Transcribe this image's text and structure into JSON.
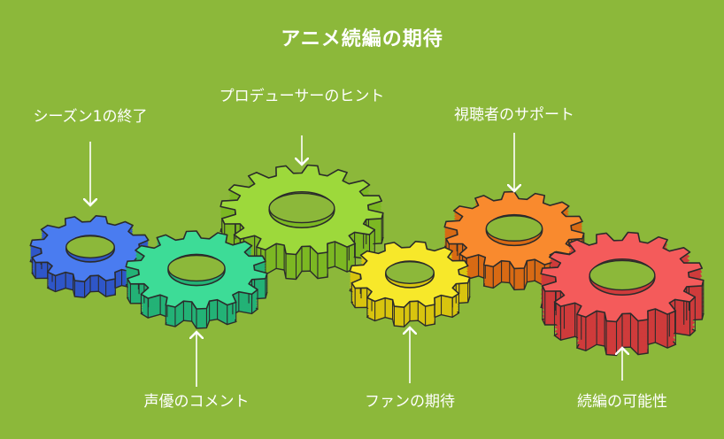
{
  "title": "アニメ続編の期待",
  "colors": {
    "background": "#8cb83a",
    "outline": "#2b2b2b",
    "arrow": "#ffffff"
  },
  "gears": [
    {
      "id": "season1-end",
      "label": "シーズン1の終了",
      "color": "#4a7cf0",
      "side": "#2f56c8",
      "hole": "#8cb83a"
    },
    {
      "id": "voice-comment",
      "label": "声優のコメント",
      "color": "#3ddc97",
      "side": "#23b276",
      "hole": "#8cb83a"
    },
    {
      "id": "producer-hint",
      "label": "プロデューサーのヒント",
      "color": "#9dd93b",
      "side": "#7cb823",
      "hole": "#8cb83a"
    },
    {
      "id": "fan-expectation",
      "label": "ファンの期待",
      "color": "#f7e82a",
      "side": "#d8c40f",
      "hole": "#8cb83a"
    },
    {
      "id": "studio-support",
      "label": "視聴者のサポート",
      "color": "#f98a2e",
      "side": "#d86a14",
      "hole": "#8cb83a"
    },
    {
      "id": "sequel-possibility",
      "label": "続編の可能性",
      "color": "#f45b5b",
      "side": "#cf3b3b",
      "hole": "#8cb83a"
    }
  ]
}
